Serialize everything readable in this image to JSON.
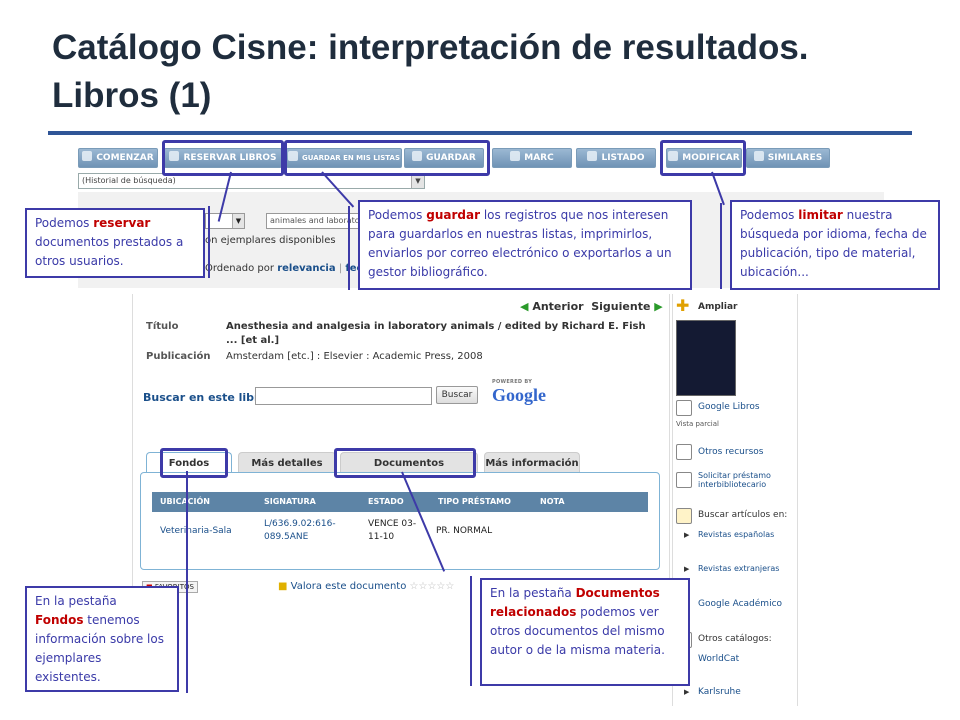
{
  "slide": {
    "title_line1": "Catálogo Cisne: interpretación de resultados.",
    "title_line2": "Libros (1)"
  },
  "toolbar": {
    "buttons": [
      {
        "label": "COMENZAR"
      },
      {
        "label": "RESERVAR LIBROS"
      },
      {
        "label": "GUARDAR EN MIS LISTAS"
      },
      {
        "label": "GUARDAR"
      },
      {
        "label": "MARC"
      },
      {
        "label": "LISTADO"
      },
      {
        "label": "MODIFICAR"
      },
      {
        "label": "SIMILARES"
      }
    ],
    "history_select": "(Historial de búsqueda)"
  },
  "search_bar": {
    "terms": "animales and laborato",
    "copies": "on ejemplares disponibles",
    "sort_prefix": "Ordenado por",
    "sort_value": "relevancia",
    "sort_sep": "|",
    "sort_alt": "fec"
  },
  "callouts": {
    "reservar": {
      "pre": "Podemos ",
      "kw": "reservar",
      "post": " documentos prestados a otros usuarios."
    },
    "guardar": {
      "pre": "Podemos ",
      "kw": "guardar",
      "post": " los registros que nos interesen para guardarlos en nuestras listas, imprimirlos, enviarlos por correo electrónico o exportarlos a un gestor bibliográfico."
    },
    "limitar": {
      "pre": "Podemos ",
      "kw": "limitar",
      "post": " nuestra búsqueda por idioma, fecha de publicación, tipo de material, ubicación..."
    },
    "fondos": {
      "pre": "En la pestaña ",
      "kw": "Fondos",
      "post": " tenemos información sobre los ejemplares existentes."
    },
    "relacionados": {
      "pre": "En la pestaña ",
      "kw": "Documentos relacionados",
      "post": " podemos ver otros documentos del mismo autor o de la misma materia."
    }
  },
  "record": {
    "nav_prev": "Anterior",
    "nav_next": "Siguiente",
    "title_label": "Título",
    "title_value": "Anesthesia and analgesia in laboratory animals / edited by Richard E. Fish ... [et al.]",
    "pub_label": "Publicación",
    "pub_value": "Amsterdam [etc.] : Elsevier : Academic Press, 2008",
    "search_book_label": "Buscar en este libro:",
    "search_button": "Buscar",
    "powered_by": "POWERED BY",
    "google": "Google"
  },
  "tabs": [
    {
      "label": "Fondos"
    },
    {
      "label": "Más detalles"
    },
    {
      "label": "Documentos relacionados"
    },
    {
      "label": "Más información"
    }
  ],
  "holdings": {
    "headers": [
      "UBICACIÓN",
      "SIGNATURA",
      "ESTADO",
      "TIPO PRÉSTAMO",
      "NOTA"
    ],
    "row": {
      "location": "Veterinaria-Sala",
      "signature": "L/636.9.02:616-089.5ANE",
      "status": "VENCE 03-11-10",
      "loan_type": "PR. NORMAL",
      "note": ""
    }
  },
  "bottom_bar": {
    "favorites": "FAVORITOS",
    "rate": "Valora este documento"
  },
  "sidebar": {
    "ampliar": "Ampliar",
    "google_books": "Google Libros",
    "partial_view": "Vista parcial",
    "other_resources": "Otros recursos",
    "ill_line1": "Solicitar préstamo",
    "ill_line2": "interbibliotecario",
    "articles": "Buscar artículos en:",
    "article_links": [
      "Revistas españolas",
      "Revistas extranjeras",
      "Google Académico"
    ],
    "other_catalogs": "Otros catálogos:",
    "catalog_links": [
      "WorldCat",
      "Karlsruhe"
    ]
  },
  "colors": {
    "highlight": "#3d3aa8",
    "keyword": "#c00000",
    "title": "#1f2d3d",
    "toolbar": "#6f93b5",
    "table_header": "#5d84a6"
  }
}
